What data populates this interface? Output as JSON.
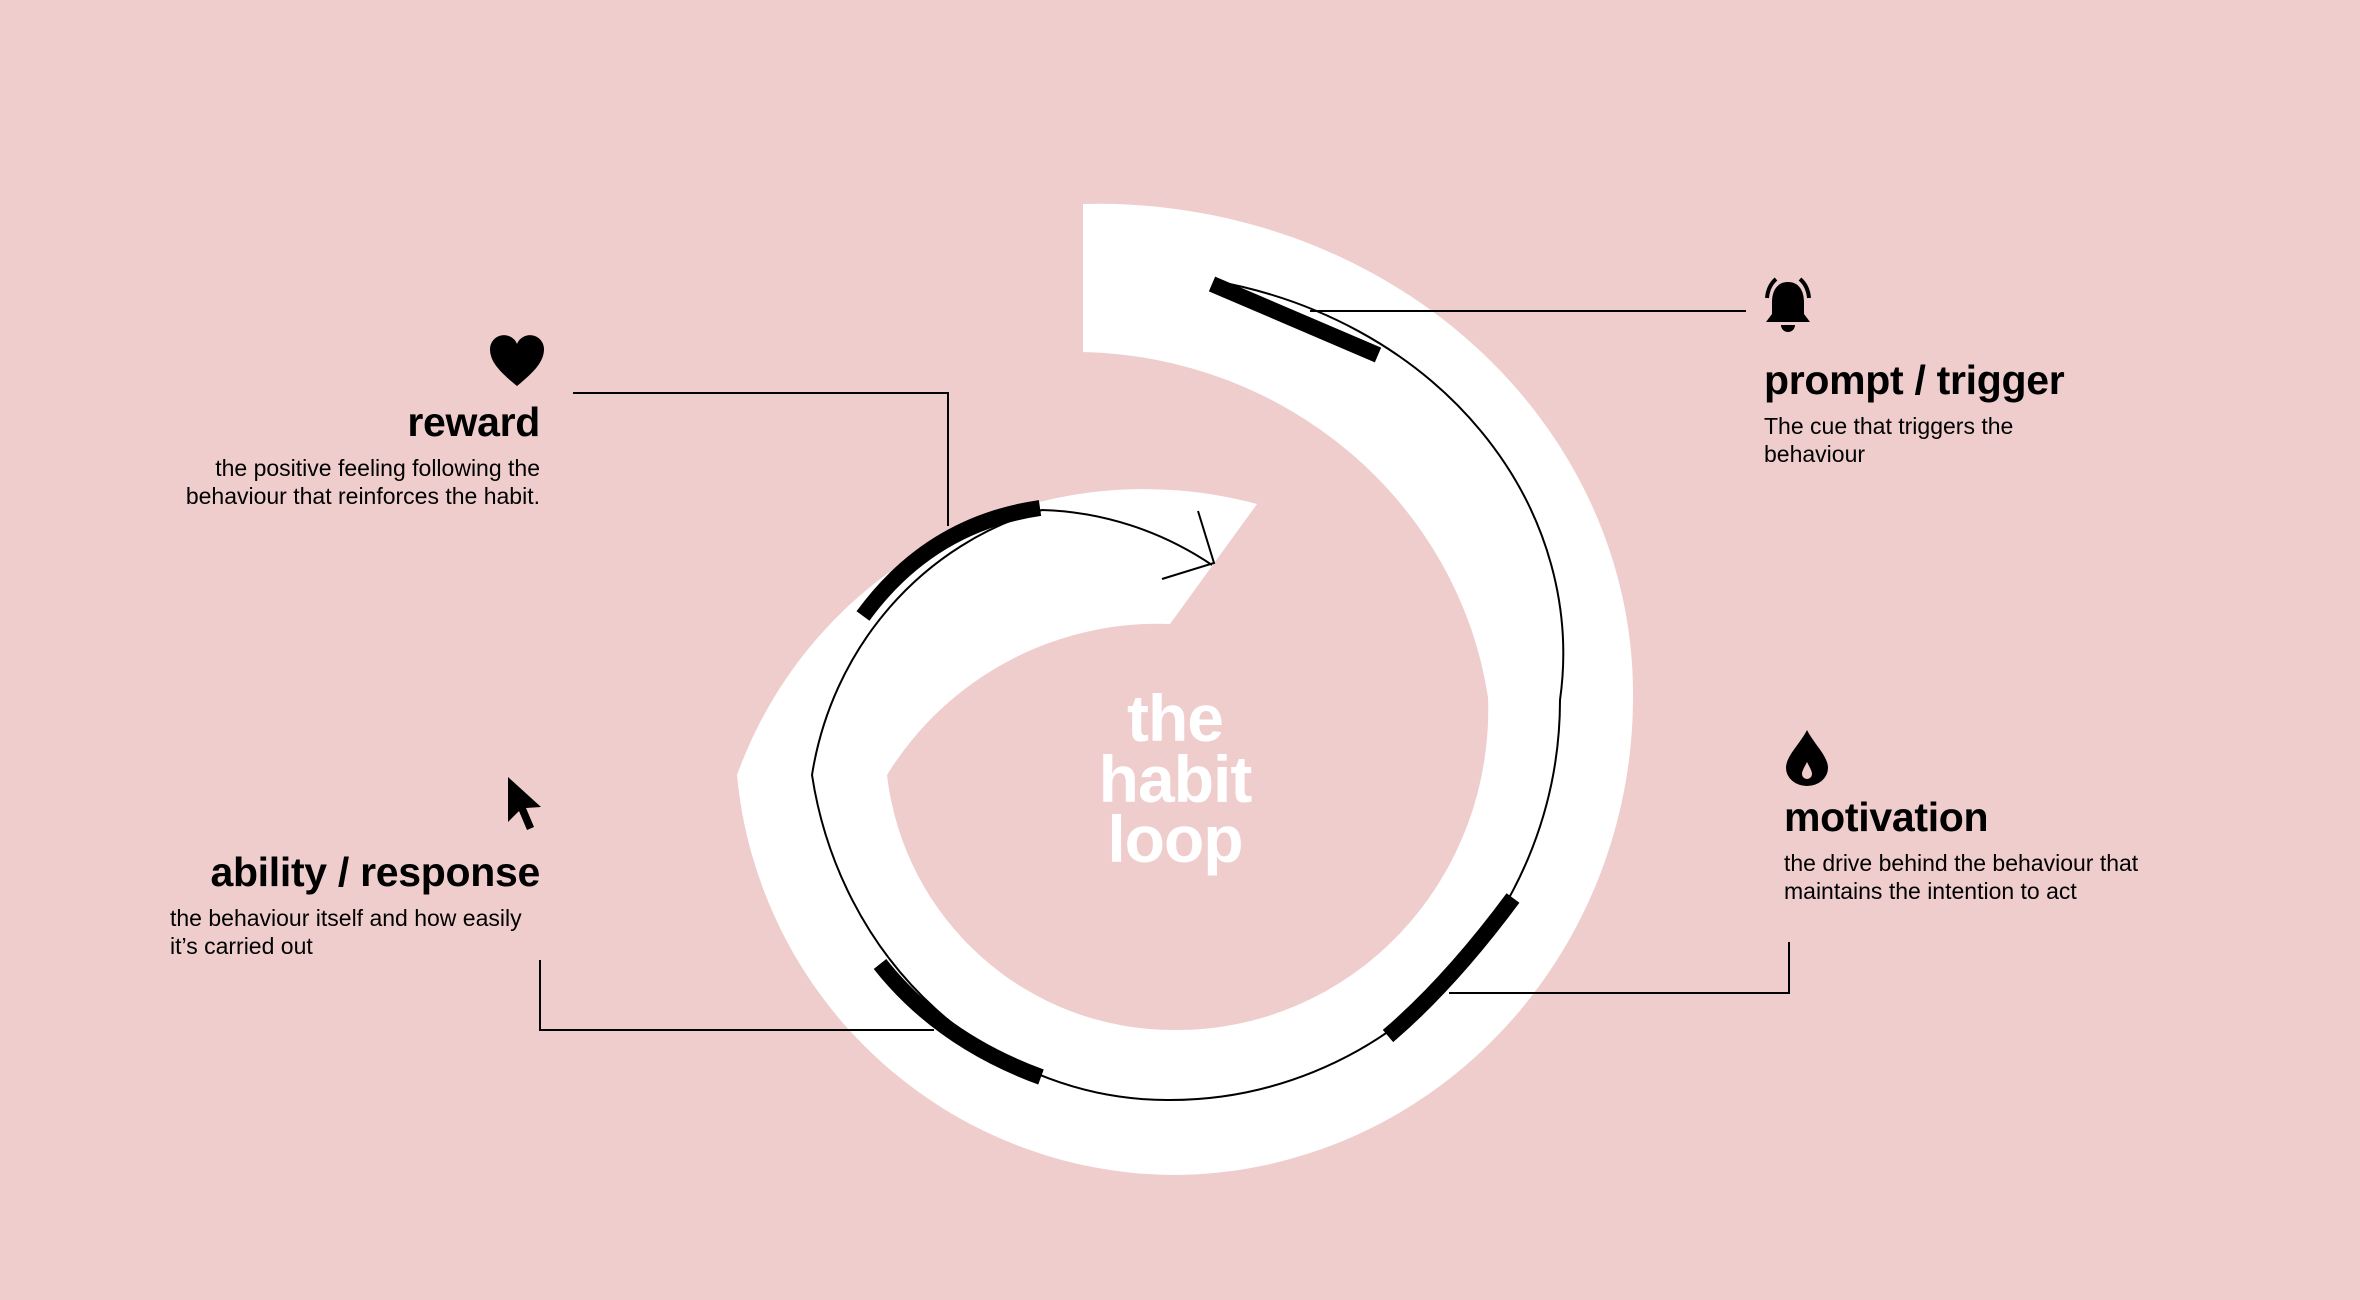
{
  "center": {
    "line1": "the",
    "line2": "habit",
    "line3": "loop"
  },
  "stages": {
    "prompt": {
      "title": "prompt / trigger",
      "desc_line1": "The cue that triggers the",
      "desc_line2": "behaviour",
      "icon": "bell-icon"
    },
    "motivation": {
      "title": "motivation",
      "desc_line1": "the drive behind the behaviour that",
      "desc_line2": "maintains the intention to act",
      "icon": "droplet-icon"
    },
    "ability": {
      "title": "ability / response",
      "desc_line1": "the behaviour itself and how easily",
      "desc_line2": "it’s carried out",
      "icon": "cursor-icon"
    },
    "reward": {
      "title": "reward",
      "desc_line1": "the positive feeling following the",
      "desc_line2": "behaviour that reinforces the habit.",
      "icon": "heart-icon"
    }
  },
  "colors": {
    "background": "#efcdcd",
    "spiral": "#ffffff",
    "ink": "#000000"
  }
}
